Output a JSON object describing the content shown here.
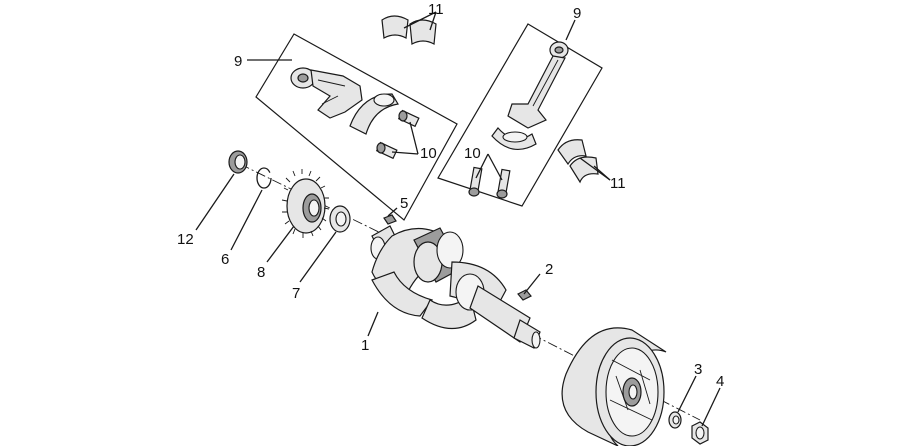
{
  "callouts": {
    "c1": "1",
    "c2": "2",
    "c3": "3",
    "c4": "4",
    "c5": "5",
    "c6": "6",
    "c7": "7",
    "c8": "8",
    "c9_left": "9",
    "c9_right": "9",
    "c10_left": "10",
    "c10_right": "10",
    "c11_top": "11",
    "c11_right": "11",
    "c12": "12"
  },
  "colors": {
    "line": "#1a1a1a",
    "part_fill": "#e6e6e6",
    "part_shade": "#9c9c9c"
  }
}
